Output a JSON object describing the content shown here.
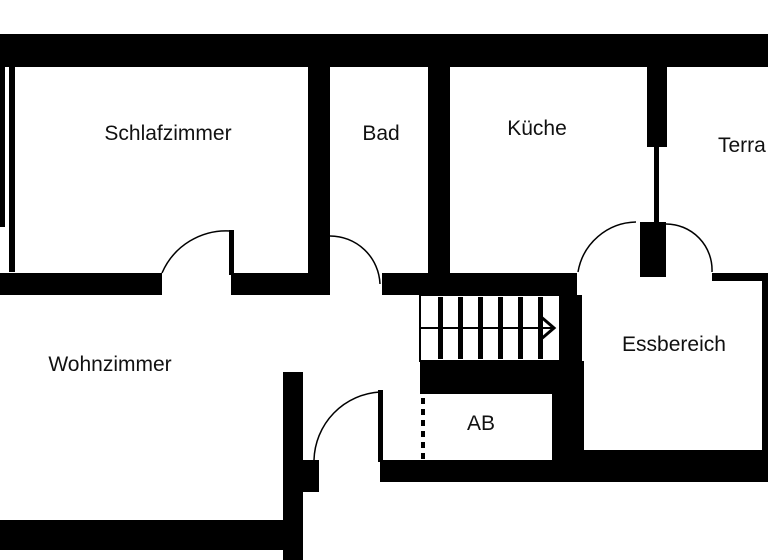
{
  "rooms": {
    "schlafzimmer": "Schlafzimmer",
    "bad": "Bad",
    "kueche": "Küche",
    "terrasse": "Terra",
    "wohnzimmer": "Wohnzimmer",
    "essbereich": "Essbereich",
    "ab": "AB"
  },
  "colors": {
    "wall": "#000000",
    "background": "#ffffff"
  }
}
